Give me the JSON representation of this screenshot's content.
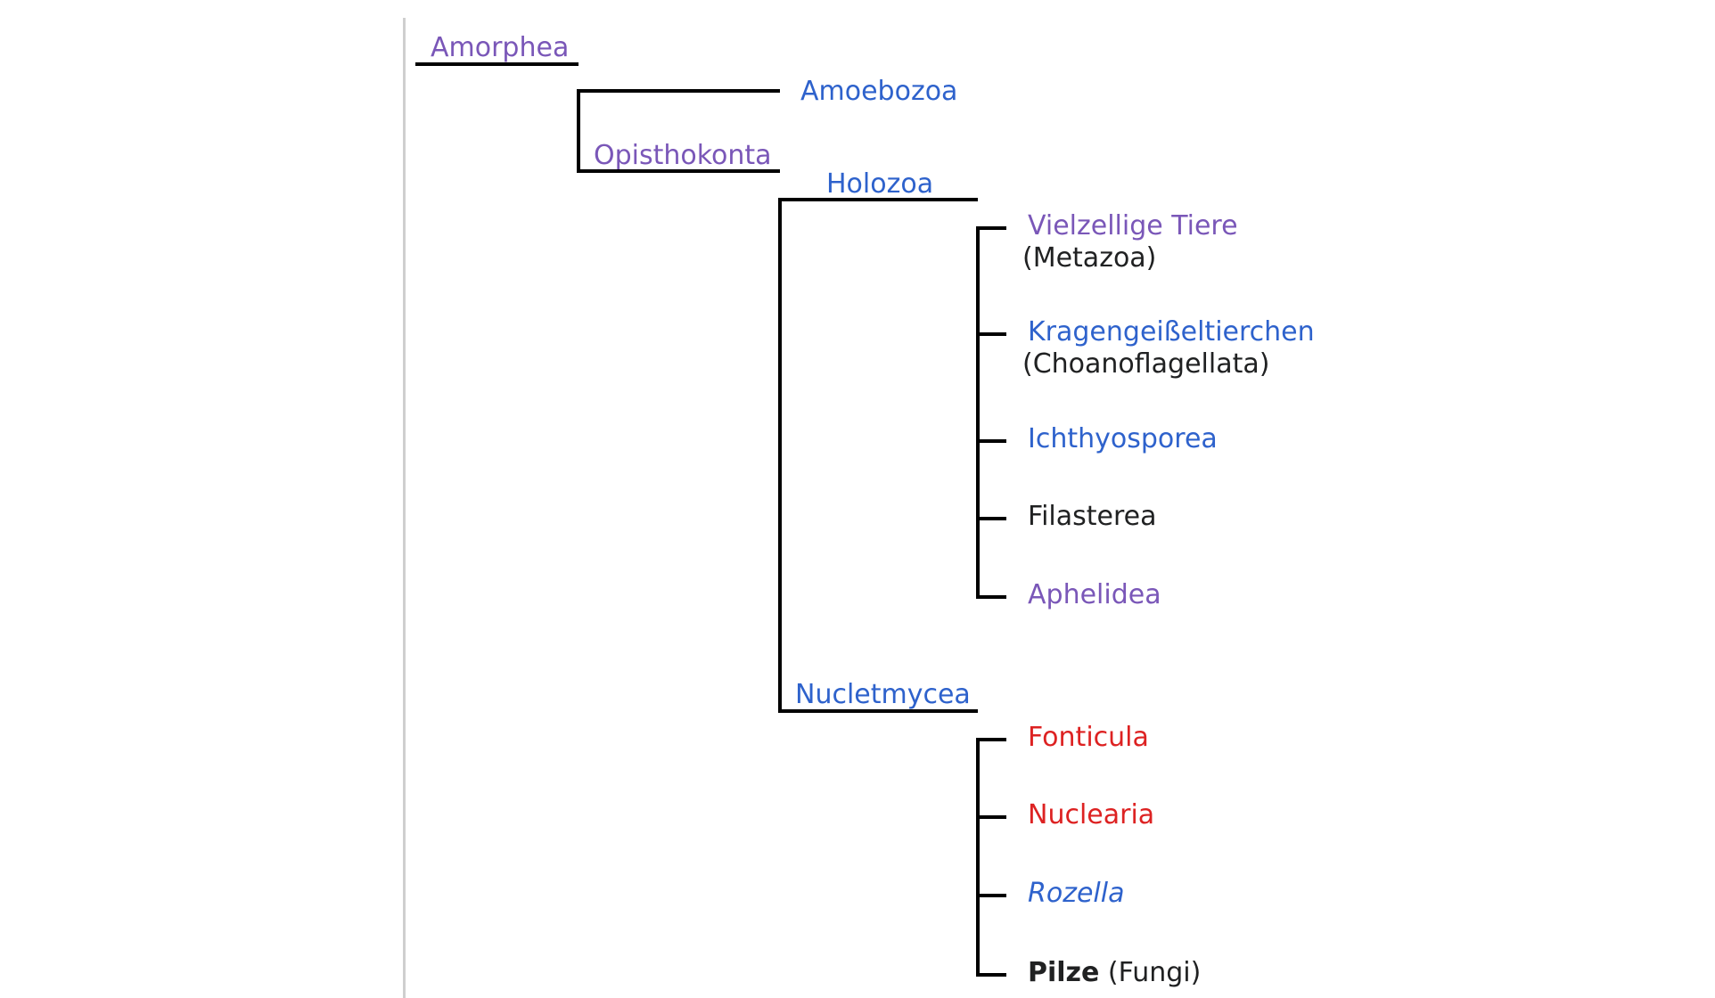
{
  "colors": {
    "link_existing": "#2e62cc",
    "link_visited": "#7a57b8",
    "link_missing": "#dd2222",
    "text": "#202122",
    "branch_line": "#000000"
  },
  "tree": {
    "amorphea": {
      "label": "Amorphea"
    },
    "amoebozoa": {
      "label": "Amoebozoa"
    },
    "opisthokonta": {
      "label": "Opisthokonta"
    },
    "holozoa": {
      "label": "Holozoa"
    },
    "metazoa": {
      "label": "Vielzellige Tiere",
      "sub": "(Metazoa)"
    },
    "choanoflagellata": {
      "label": "Kragengeißeltierchen",
      "sub": "(Choanoflagellata)"
    },
    "ichthyosporea": {
      "label": "Ichthyosporea"
    },
    "filasterea": {
      "label": "Filasterea"
    },
    "aphelidea": {
      "label": "Aphelidea"
    },
    "nucletmycea": {
      "label": "Nucletmycea"
    },
    "fonticula": {
      "label": "Fonticula"
    },
    "nuclearia": {
      "label": "Nuclearia"
    },
    "rozella": {
      "label": "Rozella"
    },
    "fungi": {
      "label": "Pilze",
      "sub": "(Fungi)"
    }
  }
}
